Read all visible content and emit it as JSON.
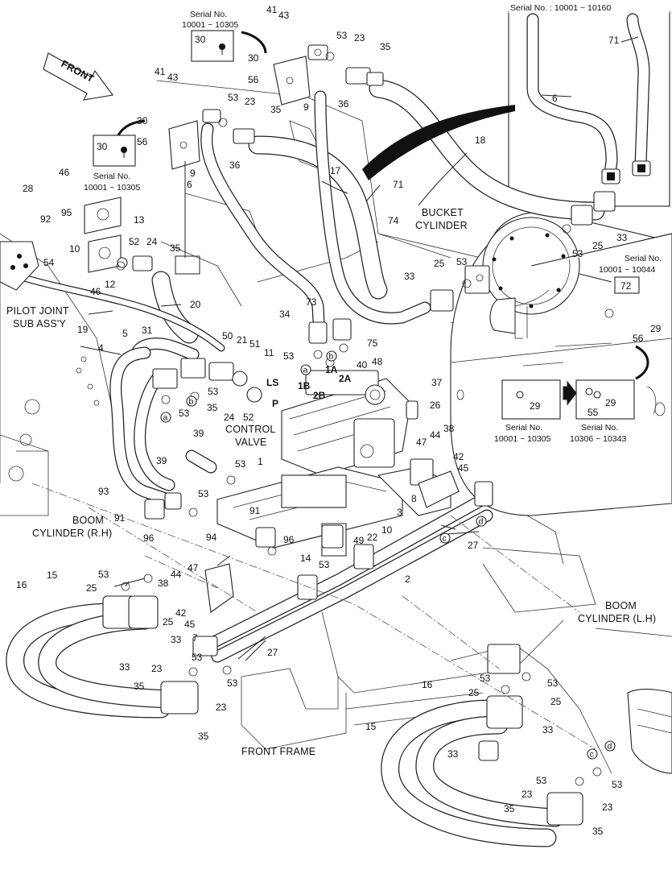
{
  "labels": {
    "front": "FRONT",
    "bucket_cylinder": [
      "BUCKET",
      "CYLINDER"
    ],
    "pilot_joint": [
      "PILOT JOINT",
      "SUB ASS'Y"
    ],
    "control_valve": [
      "CONTROL",
      "VALVE"
    ],
    "boom_cylinder_rh": [
      "BOOM",
      "CYLINDER (R.H)"
    ],
    "boom_cylinder_lh": [
      "BOOM",
      "CYLINDER (L.H)"
    ],
    "front_frame": "FRONT FRAME"
  },
  "serial_notes": {
    "top_left": [
      "Serial No.",
      "10001 ~ 10305"
    ],
    "left": [
      "Serial No.",
      "10001 ~ 10305"
    ],
    "top_right_box": "Serial No. : 10001 ~ 10160",
    "right_upper": [
      "Serial No.",
      "10001 ~ 10044"
    ],
    "right_box_a": [
      "Serial No.",
      "10001 ~ 10305"
    ],
    "right_box_b": [
      "Serial No.",
      "10306 ~ 10343"
    ]
  },
  "port_labels": {
    "ls": "LS",
    "p": "P",
    "p1a": "1A",
    "p1b": "1B",
    "p2a": "2A",
    "p2b": "2B"
  },
  "circle_letters": {
    "a1": "a",
    "b1": "b",
    "a2": "a",
    "b2": "b",
    "c1": "c",
    "d1": "d",
    "c2": "c",
    "d2": "d"
  },
  "boxed_callouts": {
    "b30_top": "30",
    "b30_left": "30",
    "b72": "72",
    "b29_a": "29",
    "b29_b": "29",
    "b55": "55"
  },
  "callouts": {
    "c41a": "41",
    "c43a": "43",
    "c30a": "30",
    "c56a": "56",
    "c9a": "9",
    "c53a": "53",
    "c23a": "23",
    "c35a": "35",
    "c36a": "36",
    "c18": "18",
    "c41b": "41",
    "c43b": "43",
    "c30b": "30",
    "c56b": "56",
    "c9b": "9",
    "c53b": "53",
    "c23b": "23",
    "c35b": "35",
    "c36b": "36",
    "c6a": "6",
    "c17": "17",
    "c71a": "71",
    "c74": "74",
    "c6b": "6",
    "c71b": "71",
    "c46a": "46",
    "c28": "28",
    "c95": "95",
    "c13": "13",
    "c92": "92",
    "c10a": "10",
    "c52a": "52",
    "c24a": "24",
    "c35c": "35",
    "c54": "54",
    "c46b": "46",
    "c12": "12",
    "c25a": "25",
    "c33a": "33",
    "c53c": "53",
    "c25b": "25",
    "c53d": "53",
    "c33b": "33",
    "c34": "34",
    "c73": "73",
    "c20": "20",
    "c19": "19",
    "c5": "5",
    "c31": "31",
    "c50": "50",
    "c21": "21",
    "c51": "51",
    "c11": "11",
    "c4": "4",
    "c53e": "53",
    "c75": "75",
    "c40": "40",
    "c48": "48",
    "c53f": "53",
    "c35d": "35",
    "c24b": "24",
    "c52b": "52",
    "c37": "37",
    "c26": "26",
    "c56c": "56",
    "c29": "29",
    "c53g": "53",
    "c39a": "39",
    "c39b": "39",
    "c53h": "53",
    "c1": "1",
    "c47a": "47",
    "c44a": "44",
    "c38a": "38",
    "c42a": "42",
    "c45a": "45",
    "c93": "93",
    "c53i": "53",
    "c8": "8",
    "c3": "3",
    "c91a": "91",
    "c91b": "91",
    "c96a": "96",
    "c94": "94",
    "c96b": "96",
    "c10b": "10",
    "c22": "22",
    "c49": "49",
    "c14": "14",
    "c53j": "53",
    "c27a": "27",
    "c2": "2",
    "c16a": "16",
    "c15a": "15",
    "c53k": "53",
    "c38b": "38",
    "c44b": "44",
    "c47b": "47",
    "c25c": "25",
    "c42b": "42",
    "c25d": "25",
    "c45b": "45",
    "c33c": "33",
    "c33d": "33",
    "c7": "7",
    "c27b": "27",
    "c53l": "53",
    "c53m": "53",
    "c23c": "23",
    "c35e": "35",
    "c23d": "23",
    "c35f": "35",
    "c53n": "53",
    "c53o": "53",
    "c16b": "16",
    "c25e": "25",
    "c25f": "25",
    "c15b": "15",
    "c33e": "33",
    "c33f": "33",
    "c53p": "53",
    "c23e": "23",
    "c53q": "53",
    "c35g": "35",
    "c23f": "23",
    "c35h": "35"
  }
}
